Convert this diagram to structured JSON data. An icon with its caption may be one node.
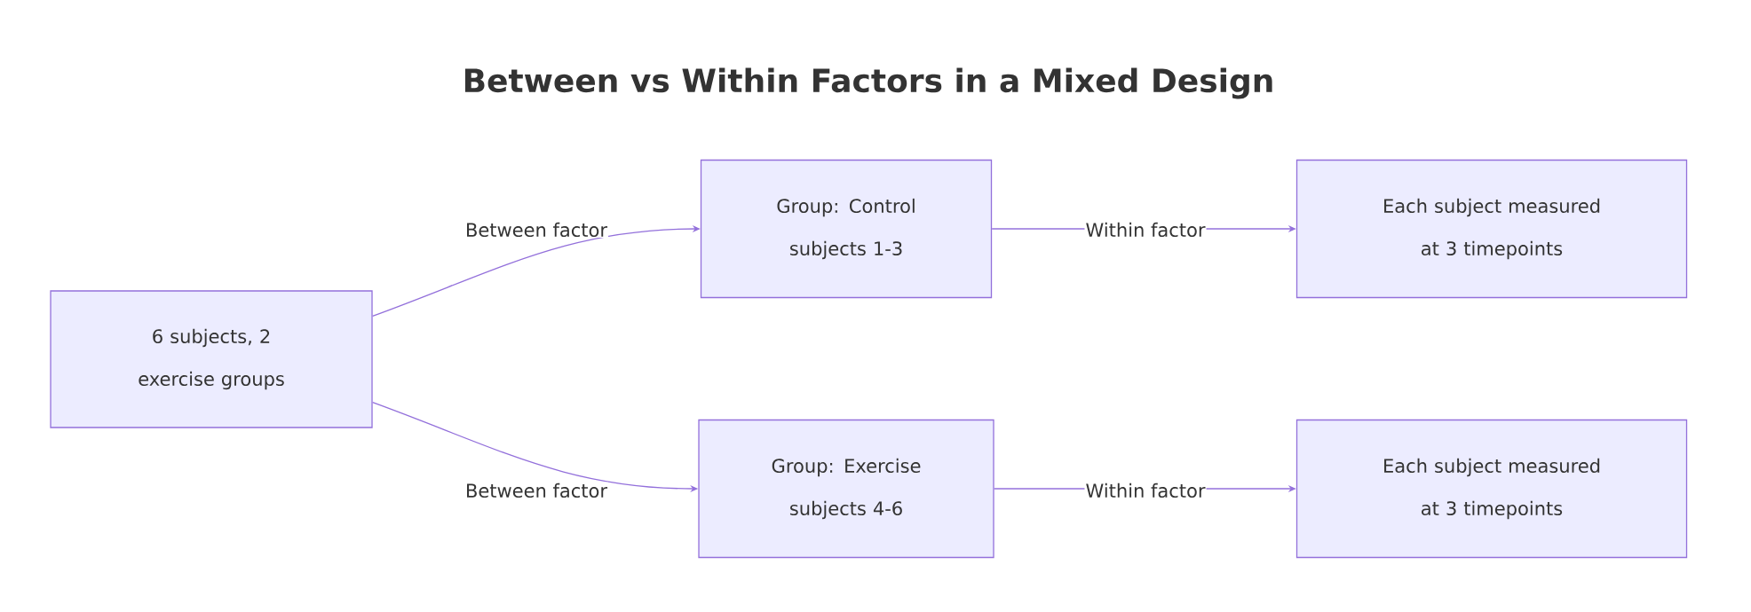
{
  "diagram": {
    "title": "Between vs Within Factors in a Mixed Design",
    "nodes": [
      {
        "text": [
          "6 subjects, 2 exercise groups"
        ]
      },
      {
        "text": [
          "Group: Control subjects 1-3"
        ]
      },
      {
        "text": [
          "Each subject measured at 3 timepoints"
        ]
      },
      {
        "text": [
          "Group: Exercise subjects 4-6"
        ]
      },
      {
        "text": [
          "Each subject measured at 3 timepoints"
        ]
      }
    ],
    "edges": [
      {
        "from": 0,
        "to": 1,
        "arrow": "to",
        "label": "Between factor"
      },
      {
        "from": 0,
        "to": 3,
        "arrow": "to",
        "label": "Between factor"
      },
      {
        "from": 1,
        "to": 2,
        "arrow": "to",
        "label": "Within factor"
      },
      {
        "from": 3,
        "to": 4,
        "arrow": "to",
        "label": "Within factor"
      }
    ]
  }
}
